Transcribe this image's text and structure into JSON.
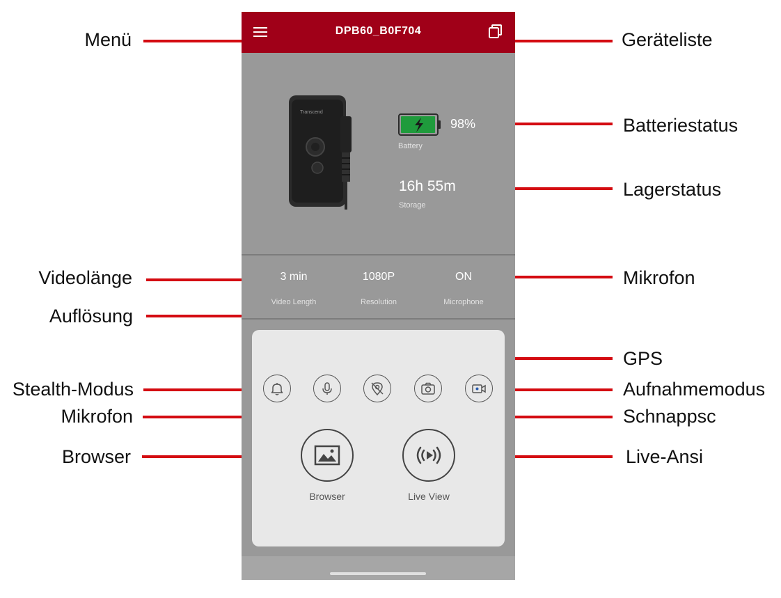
{
  "app": {
    "device_title": "DPB60_B0F704"
  },
  "status": {
    "battery_percent": "98%",
    "battery_caption": "Battery",
    "battery_level": 0.98,
    "storage_value": "16h 55m",
    "storage_caption": "Storage"
  },
  "settings": {
    "video_length": {
      "value": "3 min",
      "caption": "Video Length"
    },
    "resolution": {
      "value": "1080P",
      "caption": "Resolution"
    },
    "microphone": {
      "value": "ON",
      "caption": "Microphone"
    }
  },
  "actions": {
    "browser_label": "Browser",
    "live_view_label": "Live View"
  },
  "callouts": {
    "menu": "Menü",
    "device_list": "Geräteliste",
    "battery_status": "Batteriestatus",
    "storage_status": "Lagerstatus",
    "video_length": "Videolänge",
    "microphone_status": "Mikrofon",
    "resolution": "Auflösung",
    "gps": "GPS",
    "stealth_mode": "Stealth-Modus",
    "recording_mode": "Aufnahmemodus",
    "microphone_toggle": "Mikrofon",
    "snapshot": "Schnappsc",
    "browser": "Browser",
    "live_view": "Live-Ansi"
  },
  "icons": {
    "menu": "hamburger-icon",
    "device_list": "copy-icon",
    "battery": "battery-charging-icon",
    "stealth": "bell-icon",
    "mic": "microphone-icon",
    "gps": "gps-off-icon",
    "snapshot": "camera-icon",
    "record_mode": "video-camera-icon",
    "browser": "image-icon",
    "live_view": "live-stream-icon"
  },
  "colors": {
    "brand_red": "#a00018",
    "callout_line": "#d40b11",
    "battery_green": "#1f9b3c"
  }
}
